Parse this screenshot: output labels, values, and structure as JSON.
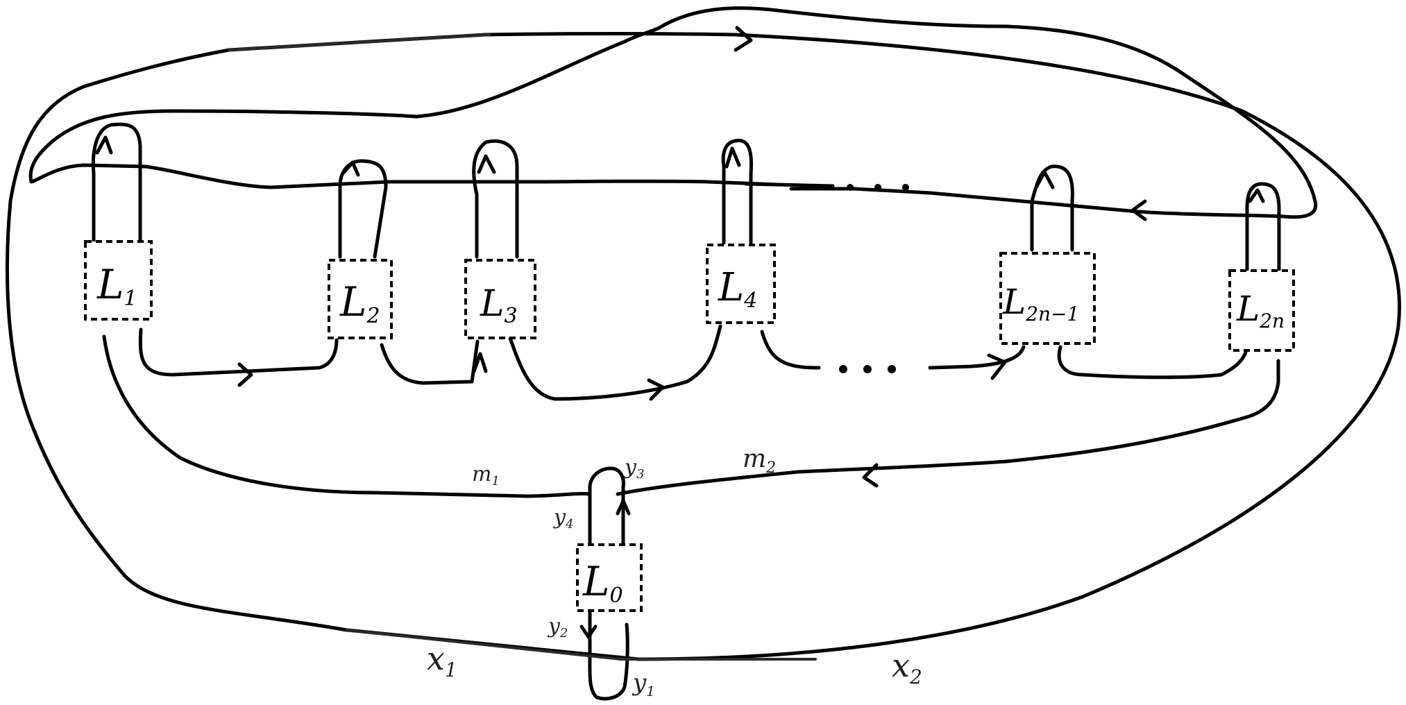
{
  "boxes": {
    "L1": {
      "name": "L",
      "sub": "1"
    },
    "L2": {
      "name": "L",
      "sub": "2"
    },
    "L3": {
      "name": "L",
      "sub": "3"
    },
    "L4": {
      "name": "L",
      "sub": "4"
    },
    "L2n1": {
      "name": "L",
      "sub": "2n−1"
    },
    "L2n": {
      "name": "L",
      "sub": "2n"
    },
    "L0": {
      "name": "L",
      "sub": "0"
    }
  },
  "labels": {
    "m1": {
      "name": "m",
      "sub": "1"
    },
    "m2": {
      "name": "m",
      "sub": "2"
    },
    "y1": {
      "name": "y",
      "sub": "1"
    },
    "y2": {
      "name": "y",
      "sub": "2"
    },
    "y3": {
      "name": "y",
      "sub": "3"
    },
    "y4": {
      "name": "y",
      "sub": "4"
    },
    "x1": {
      "name": "x",
      "sub": "1"
    },
    "x2": {
      "name": "x",
      "sub": "2"
    }
  },
  "ellipsis": {
    "top": "···",
    "bottom": "···"
  }
}
